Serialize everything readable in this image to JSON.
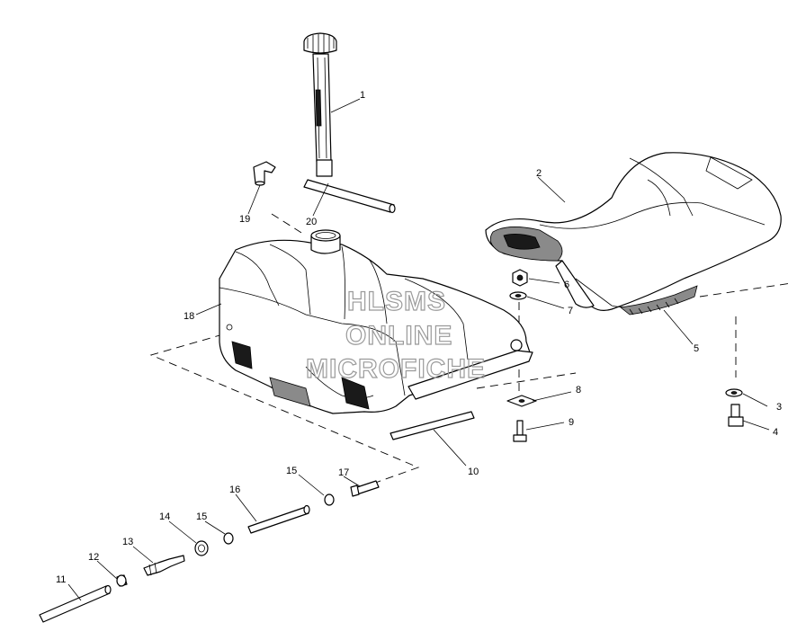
{
  "callouts": [
    {
      "id": "1",
      "label": "1"
    },
    {
      "id": "2",
      "label": "2"
    },
    {
      "id": "3",
      "label": "3"
    },
    {
      "id": "4",
      "label": "4"
    },
    {
      "id": "5",
      "label": "5"
    },
    {
      "id": "6",
      "label": "6"
    },
    {
      "id": "7",
      "label": "7"
    },
    {
      "id": "8",
      "label": "8"
    },
    {
      "id": "9",
      "label": "9"
    },
    {
      "id": "10",
      "label": "10"
    },
    {
      "id": "11",
      "label": "11"
    },
    {
      "id": "12",
      "label": "12"
    },
    {
      "id": "13",
      "label": "13"
    },
    {
      "id": "14",
      "label": "14"
    },
    {
      "id": "15a",
      "label": "15"
    },
    {
      "id": "15b",
      "label": "15"
    },
    {
      "id": "16",
      "label": "16"
    },
    {
      "id": "17",
      "label": "17"
    },
    {
      "id": "18",
      "label": "18"
    },
    {
      "id": "19",
      "label": "19"
    },
    {
      "id": "20",
      "label": "20"
    }
  ],
  "watermark": {
    "line1": "HLSMS",
    "line2": "ONLINE",
    "line3": "MICROFICHE"
  }
}
